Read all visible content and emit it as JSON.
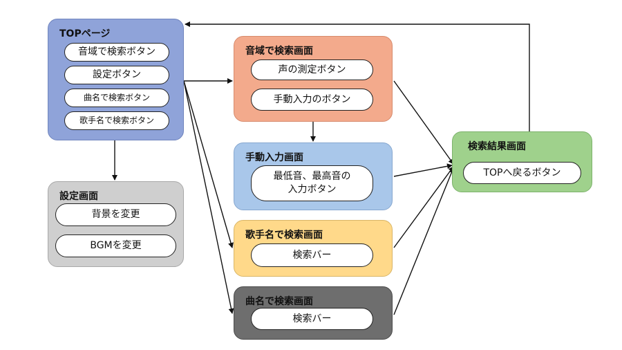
{
  "colors": {
    "top": "#8fa3d9",
    "settings": "#cfcfcf",
    "range_search": "#f3aa8c",
    "manual_input": "#a9c7ea",
    "artist_search": "#ffd98a",
    "song_search": "#6e6e6e",
    "result": "#9fd18c"
  },
  "top_page": {
    "title": "TOPページ",
    "buttons": [
      "音域で検索ボタン",
      "設定ボタン",
      "曲名で検索ボタン",
      "歌手名で検索ボタン"
    ]
  },
  "settings_screen": {
    "title": "設定画面",
    "buttons": [
      "背景を変更",
      "BGMを変更"
    ]
  },
  "range_search_screen": {
    "title": "音域で検索画面",
    "buttons": [
      "声の測定ボタン",
      "手動入力のボタン"
    ]
  },
  "manual_input_screen": {
    "title": "手動入力画面",
    "buttons": [
      "最低音、最高音の\n入力ボタン"
    ]
  },
  "artist_search_screen": {
    "title": "歌手名で検索画面",
    "buttons": [
      "検索バー"
    ]
  },
  "song_search_screen": {
    "title": "曲名で検索画面",
    "buttons": [
      "検索バー"
    ]
  },
  "result_screen": {
    "title": "検索結果画面",
    "buttons": [
      "TOPへ戻るボタン"
    ]
  }
}
